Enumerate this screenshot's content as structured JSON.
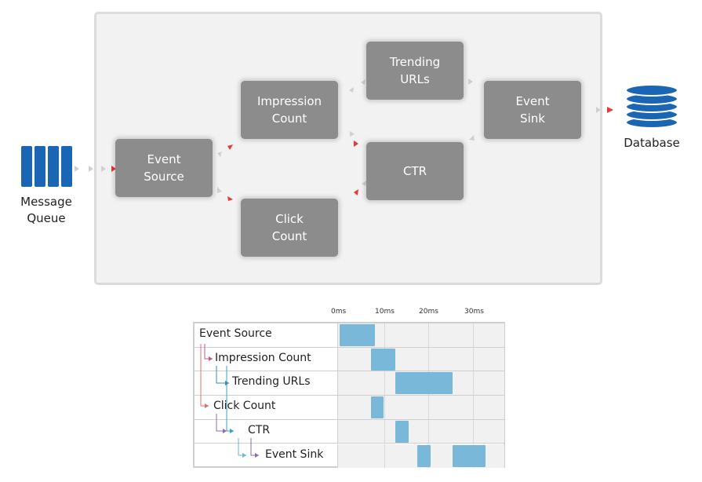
{
  "pipeline": {
    "nodes": {
      "event_source": "Event\nSource",
      "impression_count": "Impression\nCount",
      "click_count": "Click\nCount",
      "trending_urls": "Trending\nURLs",
      "ctr": "CTR",
      "event_sink": "Event\nSink"
    },
    "message_queue_label": "Message\nQueue",
    "database_label": "Database",
    "colors": {
      "node": "#8c8c8c",
      "icon": "#1a66b5",
      "arrow_red": "#e53935",
      "arrow_gray": "#d0d0d0"
    },
    "icons": {
      "queue": "message-queue-icon",
      "db": "database-icon"
    }
  },
  "timeline": {
    "ticks": [
      "0ms",
      "10ms",
      "20ms",
      "30ms"
    ],
    "tick_values": [
      0,
      10,
      20,
      30
    ],
    "rows": [
      {
        "label": "Event Source",
        "spans": [
          [
            0,
            8
          ]
        ]
      },
      {
        "label": "Impression Count",
        "spans": [
          [
            7,
            12.5
          ]
        ]
      },
      {
        "label": "Trending URLs",
        "spans": [
          [
            12.5,
            25.5
          ]
        ]
      },
      {
        "label": "Click Count",
        "spans": [
          [
            7,
            10
          ]
        ]
      },
      {
        "label": "CTR",
        "spans": [
          [
            12.5,
            15.5
          ]
        ]
      },
      {
        "label": "Event Sink",
        "spans": [
          [
            17.5,
            20.5
          ],
          [
            25.5,
            33
          ]
        ]
      }
    ],
    "bar_color": "#7ab8da"
  }
}
